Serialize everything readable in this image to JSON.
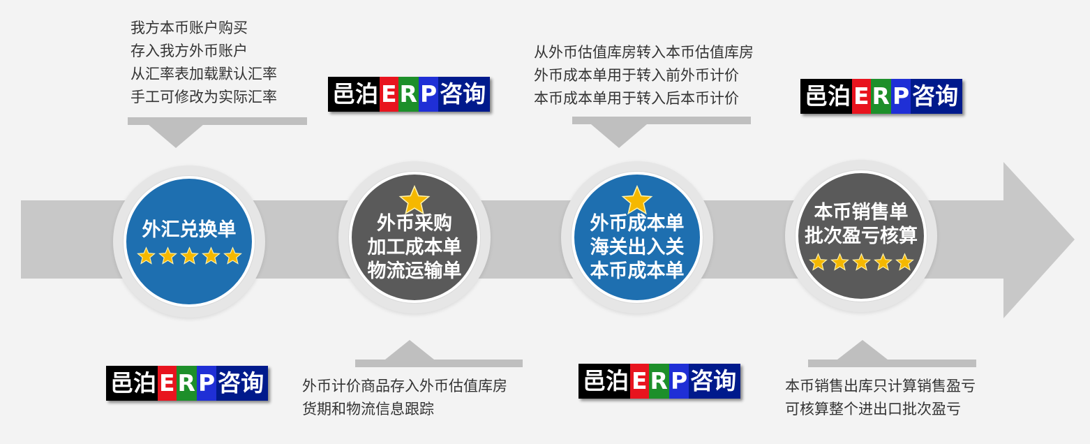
{
  "logo": {
    "part1": "邑泊",
    "e": "E",
    "r": "R",
    "p": "P",
    "part2": "咨询"
  },
  "steps": [
    {
      "title": [
        "外汇兑换单"
      ],
      "rating_stars": 5
    },
    {
      "title": [
        "外币采购",
        "加工成本单",
        "物流运输单"
      ],
      "badge_star": true
    },
    {
      "title": [
        "外币成本单",
        "海关出入关",
        "本币成本单"
      ],
      "badge_star": true
    },
    {
      "title": [
        "本币销售单",
        "批次盈亏核算"
      ],
      "rating_stars": 5
    }
  ],
  "callouts": [
    {
      "lines": [
        "我方本币账户购买",
        "存入我方外币账户",
        "从汇率表加载默认汇率",
        "手工可修改为实际汇率"
      ]
    },
    {
      "lines": [
        "外币计价商品存入外币估值库房",
        "货期和物流信息跟踪"
      ]
    },
    {
      "lines": [
        "从外币估值库房转入本币估值库房",
        "外币成本单用于转入前外币计价",
        "本币成本单用于转入后本币计价"
      ]
    },
    {
      "lines": [
        "本币销售出库只计算销售盈亏",
        "可核算整个进出口批次盈亏"
      ]
    }
  ],
  "colors": {
    "blue": "#1e6fb0",
    "dark_gray": "#5a5a5a",
    "star": "#f5b800",
    "arrow": "#c8c8c8",
    "background": "#f3f3f3"
  }
}
